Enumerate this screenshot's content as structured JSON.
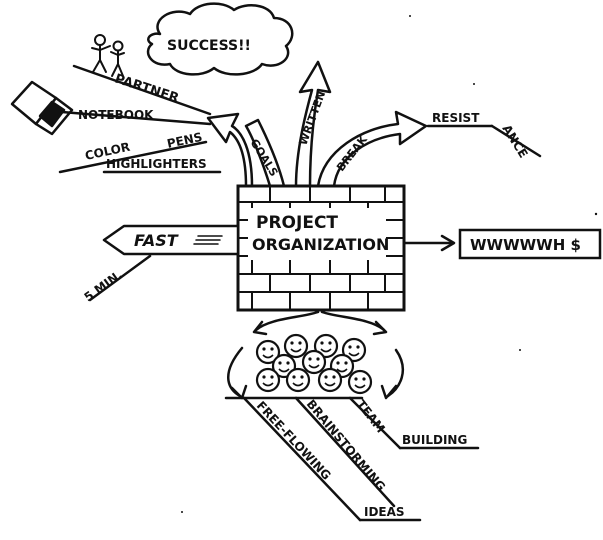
{
  "center": {
    "line1": "PROJECT",
    "line2": "ORGANIZATION"
  },
  "cloud": {
    "text": "SUCCESS!!"
  },
  "arrows": {
    "goals": "GOALS",
    "written": "WRITTEN",
    "break": "BREAK",
    "resist": "RESIST",
    "ance": "ANCE",
    "fast": "FAST",
    "five_min": "5 MIN.",
    "wwwwwh": "WWWWWH $"
  },
  "tools": {
    "partner": "PARTNER",
    "notebook": "NOTEBOOK",
    "color": "COLOR",
    "pens": "PENS",
    "highlighters": "HIGHLIGHTERS"
  },
  "team": {
    "team": "TEAM",
    "building": "BUILDING",
    "brainstorming": "BRAINSTORMING",
    "free_flowing": "FREE-FLOWING",
    "ideas": "IDEAS"
  },
  "colors": {
    "ink": "#111111",
    "paper": "#ffffff"
  },
  "icons": [
    "stick-figures-icon",
    "laptop-icon",
    "cloud-icon",
    "brick-wall-icon",
    "smiley-faces-icon"
  ]
}
